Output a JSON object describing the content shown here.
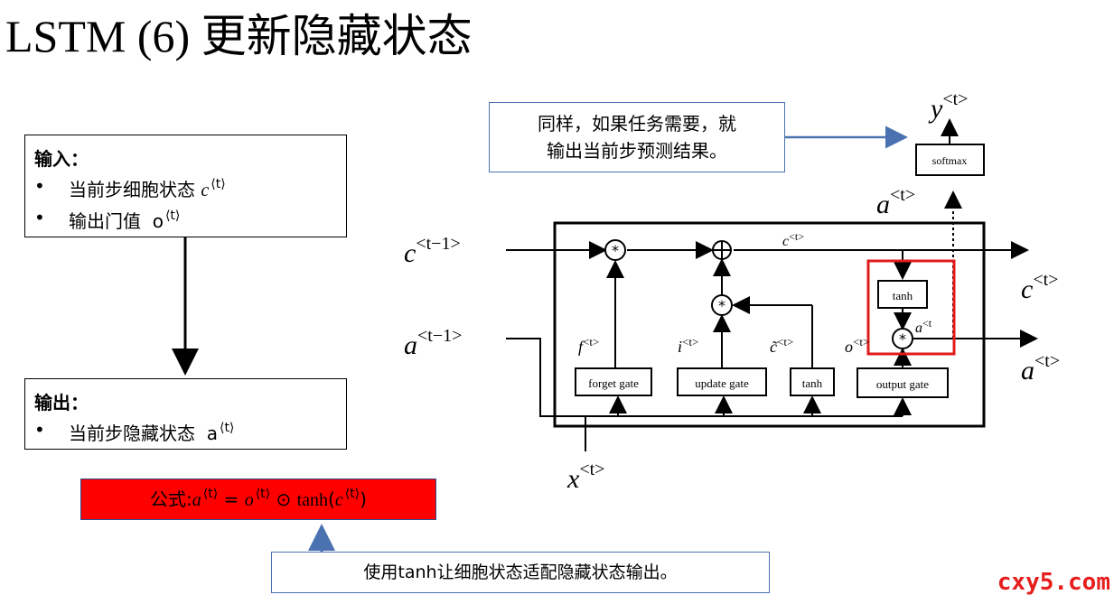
{
  "title": "LSTM (6) 更新隐藏状态",
  "input_box": {
    "heading": "输入：",
    "items": [
      {
        "text": "当前步细胞状态",
        "symbol": "c",
        "sup": "⟨t⟩"
      },
      {
        "text": "输出门值",
        "symbol": "o",
        "sup": "⟨t⟩"
      }
    ]
  },
  "output_box": {
    "heading": "输出：",
    "items": [
      {
        "text": "当前步隐藏状态",
        "symbol": "a",
        "sup": "⟨t⟩"
      }
    ]
  },
  "formula": {
    "prefix": "公式:",
    "lhs": "a",
    "sup": "⟨t⟩",
    "rhs_o": "o",
    "op": "⊙",
    "func": "tanh",
    "rhs_c": "c"
  },
  "note_top": {
    "line1": "同样，如果任务需要，就",
    "line2": "输出当前步预测结果。"
  },
  "note_bottom": "使用tanh让细胞状态适配隐藏状态输出。",
  "watermark": "cxy5.com",
  "diagram": {
    "c_prev": "c",
    "c_prev_sup": "<t−1>",
    "a_prev": "a",
    "a_prev_sup": "<t−1>",
    "x": "x",
    "x_sup": "<t>",
    "c_out": "c",
    "c_out_sup": "<t>",
    "a_out": "a",
    "a_out_sup": "<t>",
    "a_top": "a",
    "a_top_sup": "<t>",
    "y": "y",
    "y_sup": "<t>",
    "c_mid": "c",
    "c_mid_sup": "<t>",
    "a_inner": "a",
    "a_inner_sup": "<t",
    "f": "f",
    "f_sup": "<t>",
    "i": "i",
    "i_sup": "<t>",
    "ctilde": "c̃",
    "ctilde_sup": "<t>",
    "o": "o",
    "o_sup": "<t>",
    "gates": {
      "forget": "forget gate",
      "update": "update gate",
      "tanh": "tanh",
      "output": "output gate",
      "tanh_c": "tanh",
      "softmax": "softmax"
    },
    "mult": "*",
    "plus": "+",
    "highlight_color": "#e01b1b",
    "arrow_color": "#4a72b0"
  }
}
